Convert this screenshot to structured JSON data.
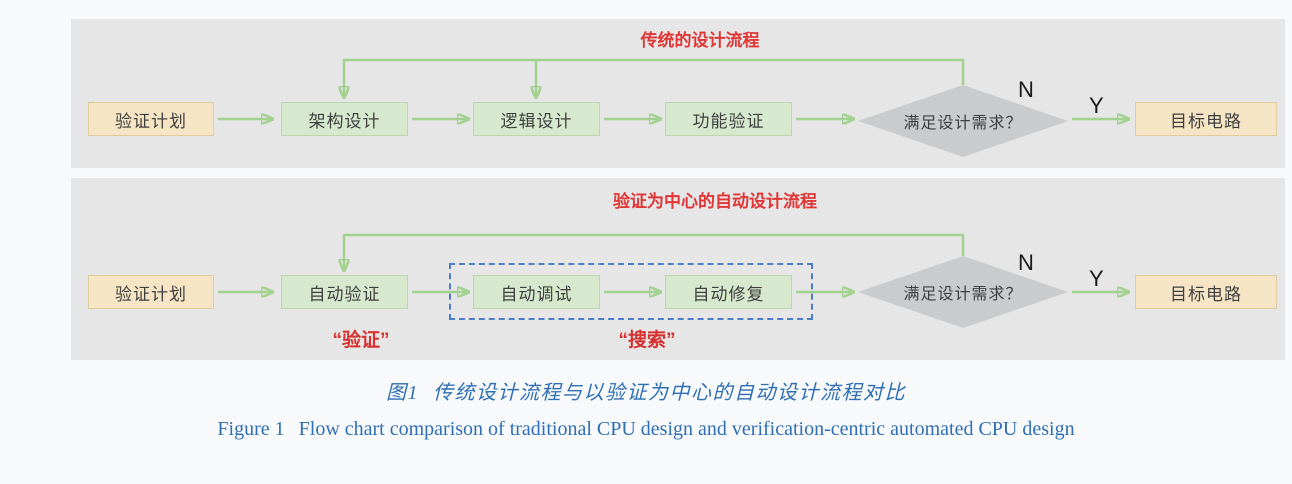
{
  "colors": {
    "page_bg": "#f8f9fa",
    "panel_bg": "#e6e6e6",
    "plan_target_box": "#f5e5c4",
    "process_box": "#d6e9ce",
    "arrow_green": "#a2d190",
    "diamond_gray": "#cacbcc",
    "title_red": "#e03636",
    "tag_red": "#d63030",
    "dashed_blue": "#4d7dc8",
    "caption_blue": "#2f6fb4"
  },
  "panel_traditional": {
    "title": "传统的设计流程",
    "nodes": {
      "plan": "验证计划",
      "arch_design": "架构设计",
      "logic_design": "逻辑设计",
      "func_verify": "功能验证",
      "decision": "满足设计需求？",
      "target": "目标电路"
    },
    "branch_no": "N",
    "branch_yes": "Y"
  },
  "panel_automated": {
    "title": "验证为中心的自动设计流程",
    "nodes": {
      "plan": "验证计划",
      "auto_verify": "自动验证",
      "auto_debug": "自动调试",
      "auto_repair": "自动修复",
      "decision": "满足设计需求？",
      "target": "目标电路"
    },
    "branch_no": "N",
    "branch_yes": "Y",
    "tag_verify": "“验证”",
    "tag_search": "“搜索”"
  },
  "caption": {
    "zh_prefix": "图1",
    "zh_text": "传统设计流程与以验证为中心的自动设计流程对比",
    "en_prefix": "Figure 1",
    "en_text": "Flow chart comparison of traditional CPU design and verification-centric automated CPU design"
  }
}
